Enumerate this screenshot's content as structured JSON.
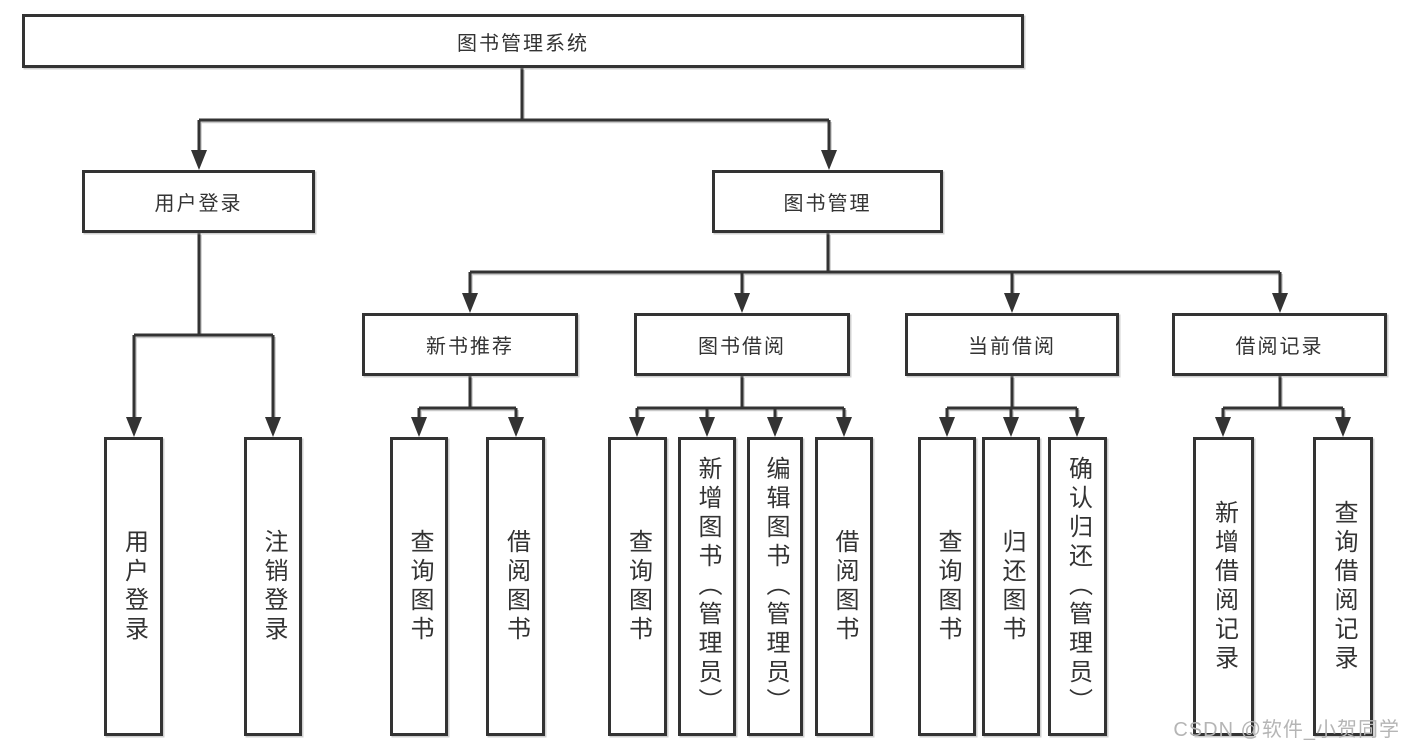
{
  "diagram": {
    "root": {
      "label": "图书管理系统"
    },
    "level2": [
      {
        "label": "用户登录"
      },
      {
        "label": "图书管理"
      }
    ],
    "level3": [
      {
        "label": "新书推荐"
      },
      {
        "label": "图书借阅"
      },
      {
        "label": "当前借阅"
      },
      {
        "label": "借阅记录"
      }
    ],
    "level4": [
      {
        "label": "用户登录"
      },
      {
        "label": "注销登录"
      },
      {
        "label": "查询图书"
      },
      {
        "label": "借阅图书"
      },
      {
        "label": "查询图书"
      },
      {
        "label": "新增图书（管理员）"
      },
      {
        "label": "编辑图书（管理员）"
      },
      {
        "label": "借阅图书"
      },
      {
        "label": "查询图书"
      },
      {
        "label": "归还图书"
      },
      {
        "label": "确认归还（管理员）"
      },
      {
        "label": "新增借阅记录"
      },
      {
        "label": "查询借阅记录"
      }
    ]
  },
  "watermark": "CSDN @软件_小贺同学",
  "colors": {
    "line": "#333333",
    "box_border": "#333333",
    "text": "#333333",
    "watermark": "#b5b5b5",
    "background": "#ffffff"
  }
}
